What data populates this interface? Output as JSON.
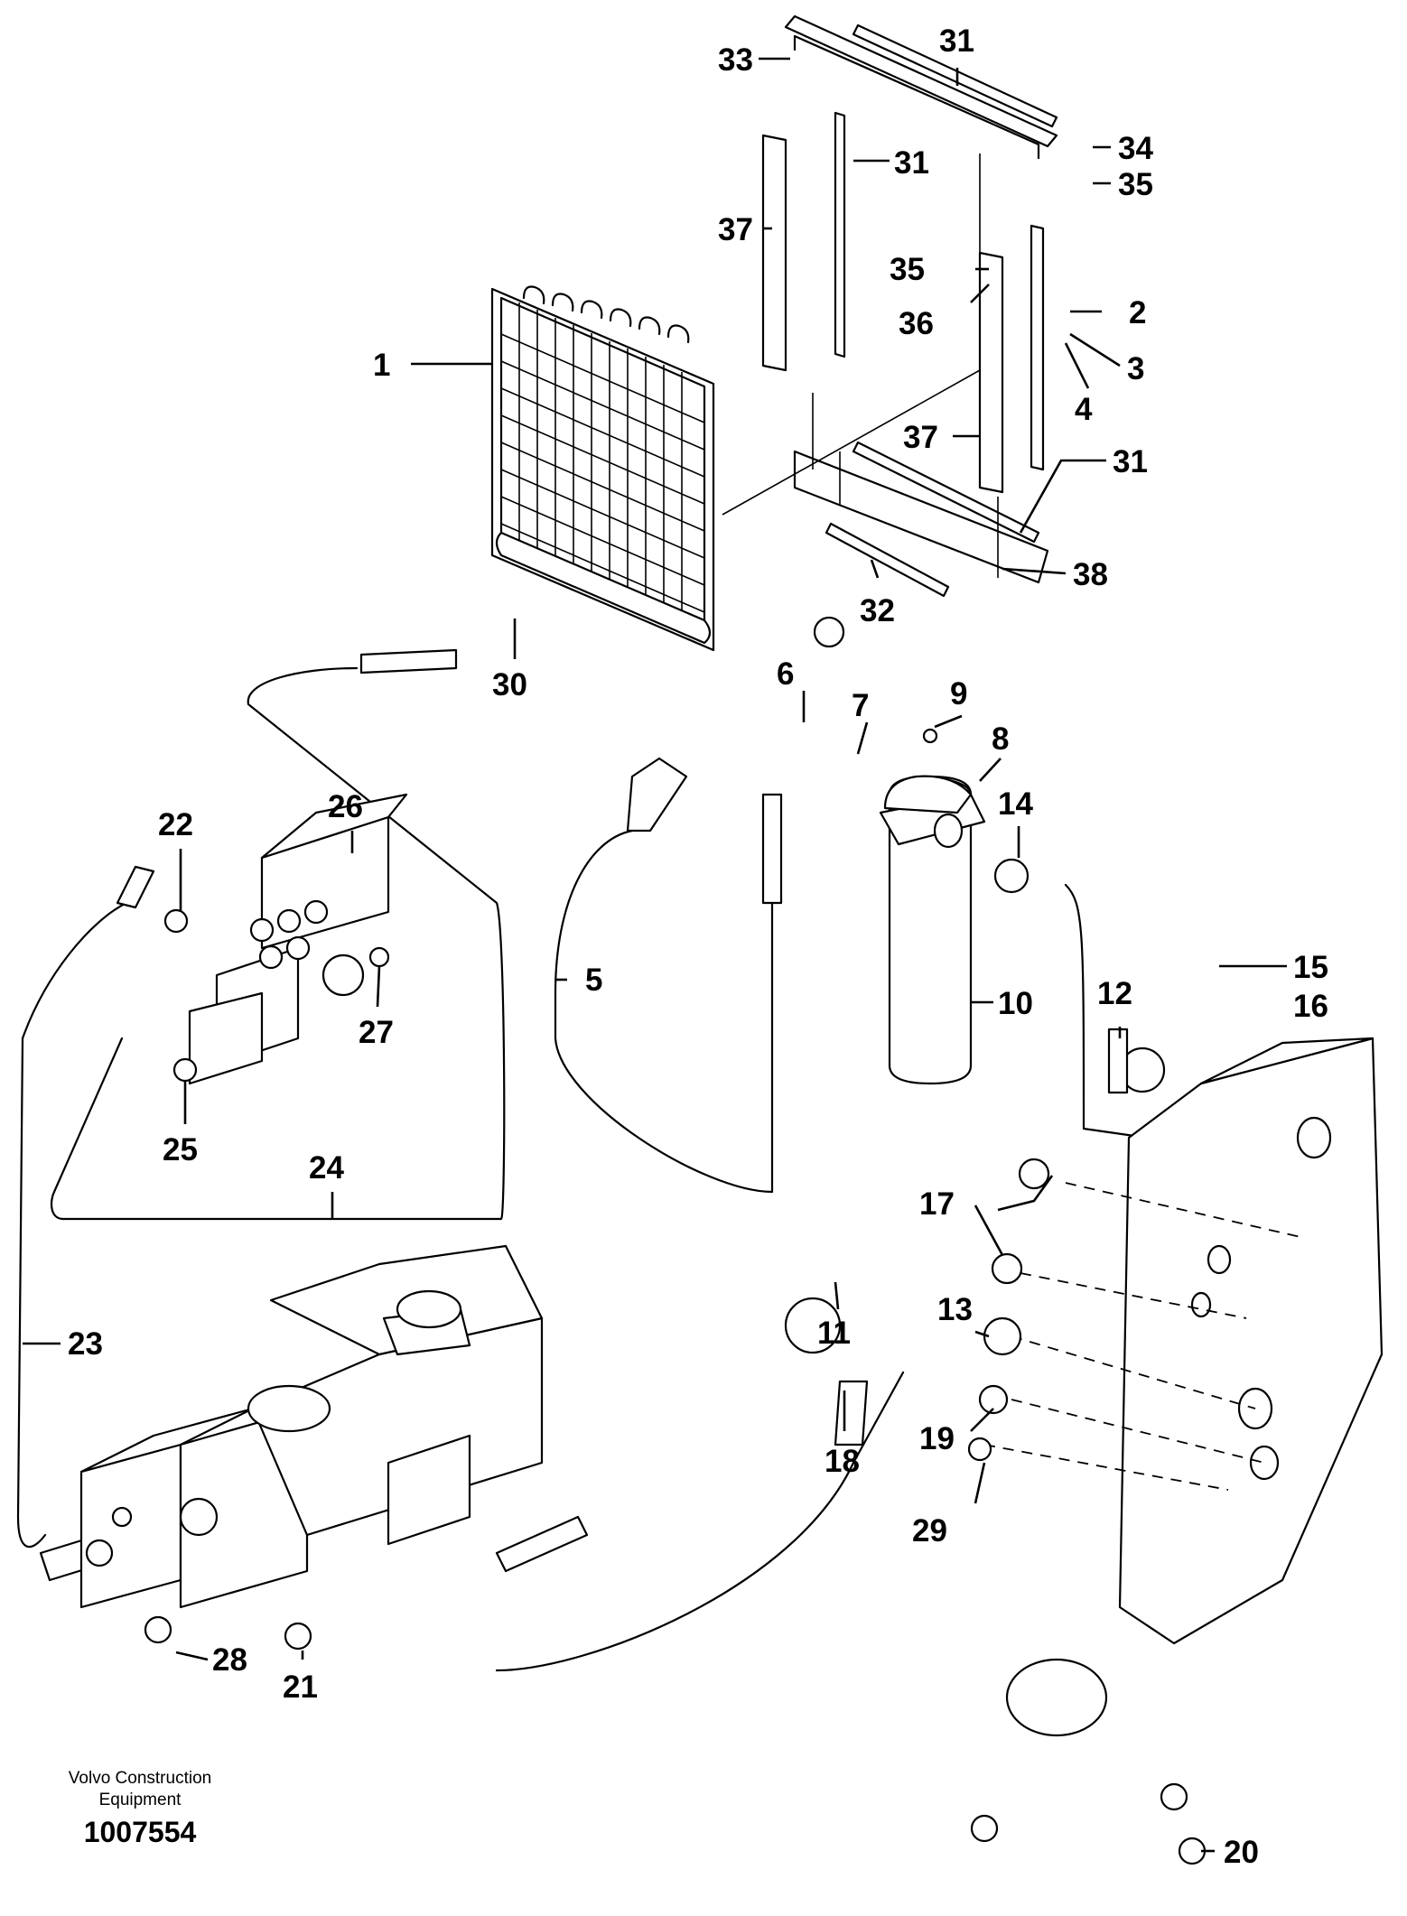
{
  "callouts": [
    {
      "label": "1"
    },
    {
      "label": "2"
    },
    {
      "label": "3"
    },
    {
      "label": "4"
    },
    {
      "label": "5"
    },
    {
      "label": "6"
    },
    {
      "label": "7"
    },
    {
      "label": "8"
    },
    {
      "label": "9"
    },
    {
      "label": "10"
    },
    {
      "label": "11"
    },
    {
      "label": "12"
    },
    {
      "label": "13"
    },
    {
      "label": "14"
    },
    {
      "label": "15"
    },
    {
      "label": "16"
    },
    {
      "label": "17"
    },
    {
      "label": "18"
    },
    {
      "label": "19"
    },
    {
      "label": "20"
    },
    {
      "label": "21"
    },
    {
      "label": "22"
    },
    {
      "label": "23"
    },
    {
      "label": "24"
    },
    {
      "label": "25"
    },
    {
      "label": "26"
    },
    {
      "label": "27"
    },
    {
      "label": "28"
    },
    {
      "label": "29"
    },
    {
      "label": "30"
    },
    {
      "label": "31"
    },
    {
      "label": "31"
    },
    {
      "label": "31"
    },
    {
      "label": "32"
    },
    {
      "label": "33"
    },
    {
      "label": "34"
    },
    {
      "label": "35"
    },
    {
      "label": "35"
    },
    {
      "label": "36"
    },
    {
      "label": "37"
    },
    {
      "label": "37"
    },
    {
      "label": "38"
    }
  ],
  "footer": {
    "company_line1": "Volvo Construction",
    "company_line2": "Equipment",
    "drawing_number": "1007554"
  }
}
